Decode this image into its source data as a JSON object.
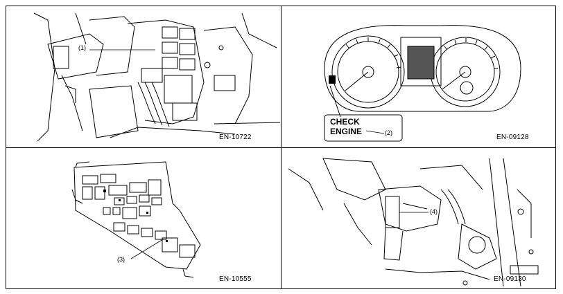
{
  "figures": [
    {
      "code": "EN-10722",
      "callouts": [
        "(1)"
      ]
    },
    {
      "code": "EN-09128",
      "callouts": [
        "(2)"
      ],
      "lamp_text_line1": "CHECK",
      "lamp_text_line2": "ENGINE"
    },
    {
      "code": "EN-10555",
      "callouts": [
        "(3)"
      ]
    },
    {
      "code": "EN-09130",
      "callouts": [
        "(4)"
      ]
    }
  ]
}
